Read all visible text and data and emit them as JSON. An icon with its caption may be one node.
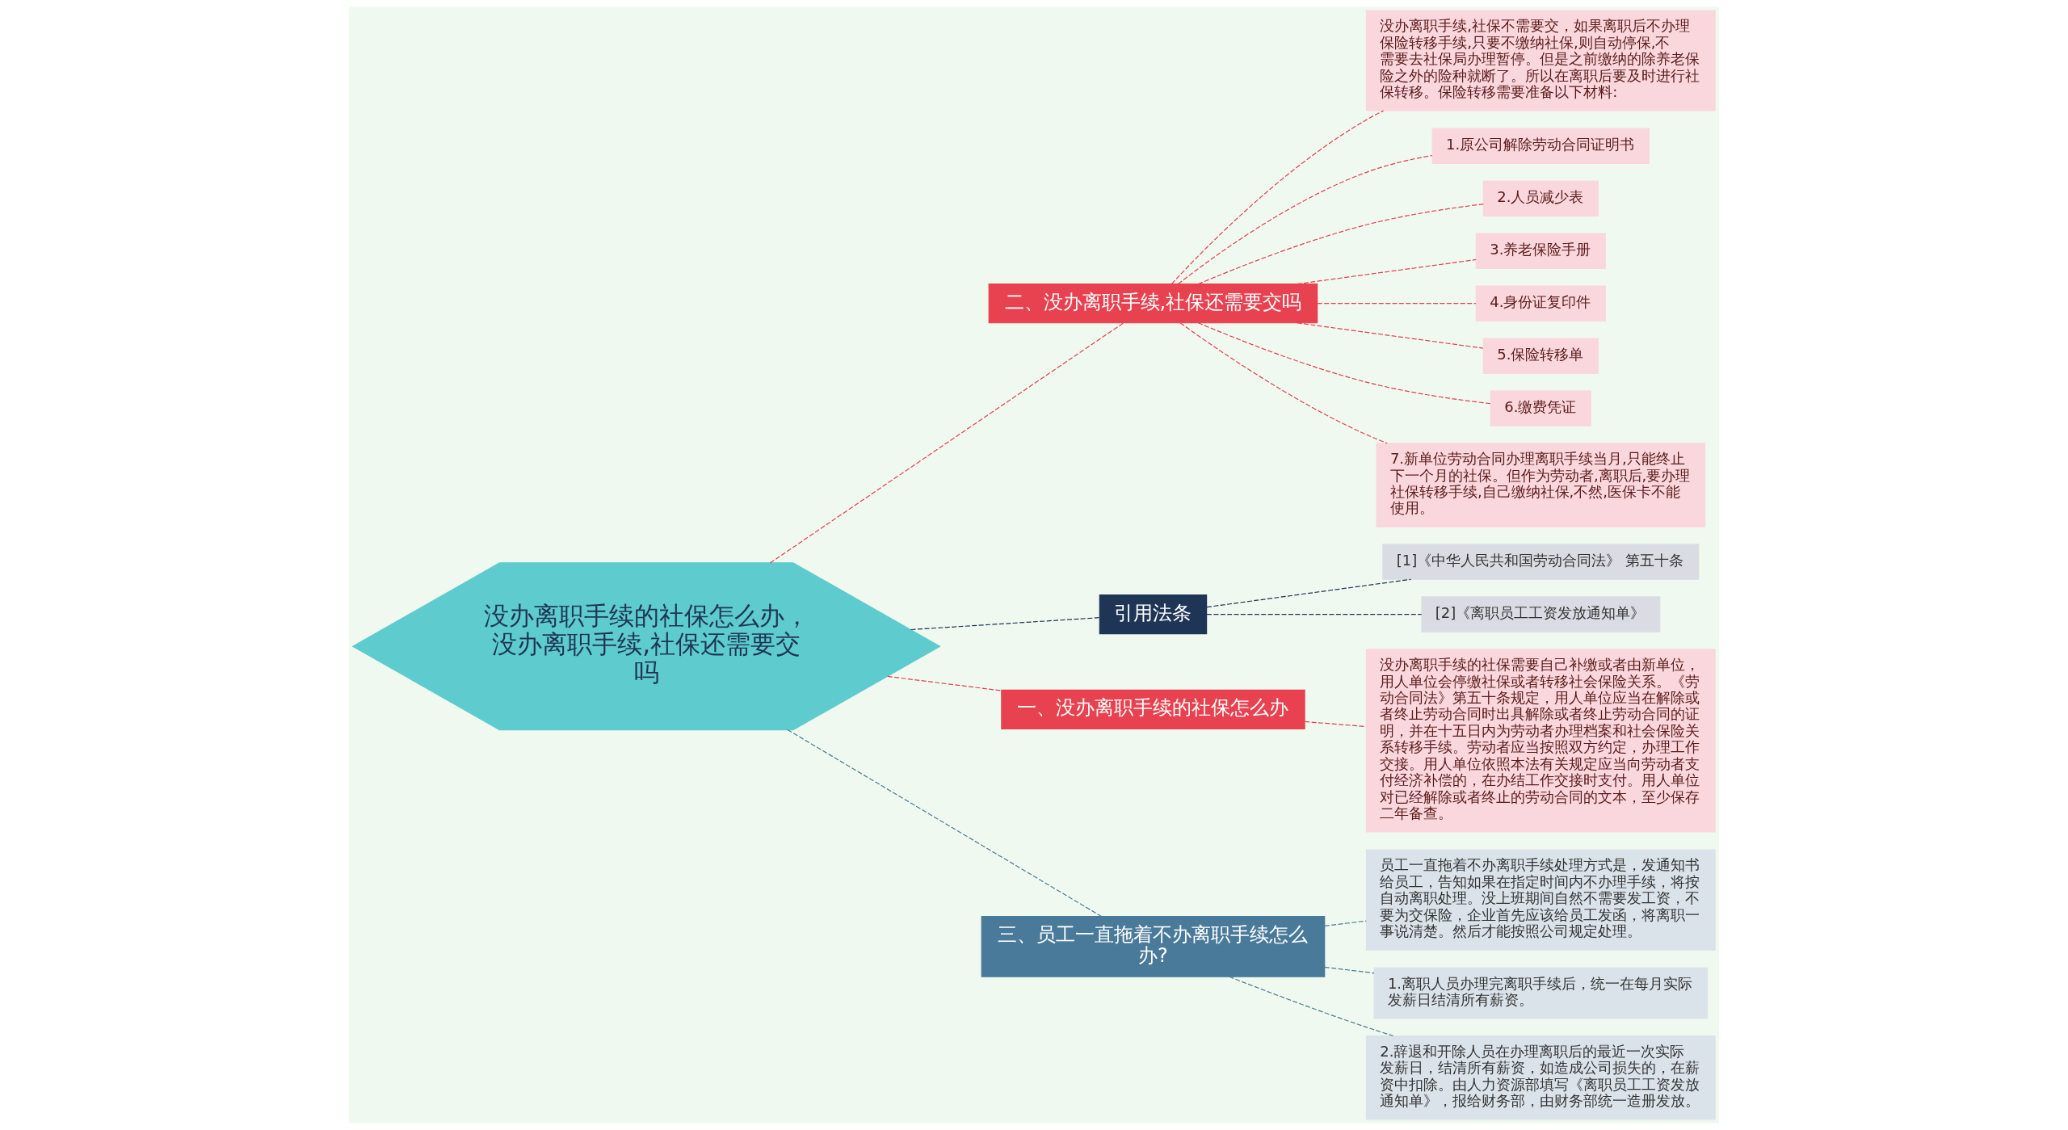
{
  "diagram": {
    "nodes": [
      {
        "text": [
          "没办离职手续的社保怎么办，没办离职手续,社保还需要交吗"
        ]
      },
      {
        "text": [
          "二、没办离职手续,社保还需要交吗"
        ]
      },
      {
        "text": [
          "没办离职手续,社保不需要交，如果离职后不办理保险转移手续,只要不缴纳社保,则自动停保,不需要去社保局办理暂停。但是之前缴纳的除养老保险之外的险种就断了。所以在离职后要及时进行社保转移。保险转移需要准备以下材料:"
        ]
      },
      {
        "text": [
          "1.原公司解除劳动合同证明书"
        ]
      },
      {
        "text": [
          "2.人员减少表"
        ]
      },
      {
        "text": [
          "3.养老保险手册"
        ]
      },
      {
        "text": [
          "4.身份证复印件"
        ]
      },
      {
        "text": [
          "5.保险转移单"
        ]
      },
      {
        "text": [
          "6.缴费凭证"
        ]
      },
      {
        "text": [
          "7.新单位劳动合同办理离职手续当月,只能终止下一个月的社保。但作为劳动者,离职后,要办理社保转移手续,自己缴纳社保,不然,医保卡不能使用。"
        ]
      },
      {
        "text": [
          "引用法条"
        ]
      },
      {
        "text": [
          "[1]《中华人民共和国劳动合同法》 第五十条"
        ]
      },
      {
        "text": [
          "[2]《离职员工工资发放通知单》"
        ]
      },
      {
        "text": [
          "一、没办离职手续的社保怎么办"
        ]
      },
      {
        "text": [
          "没办离职手续的社保需要自己补缴或者由新单位，用人单位会停缴社保或者转移社会保险关系。《劳动合同法》第五十条规定，用人单位应当在解除或者终止劳动合同时出具解除或者终止劳动合同的证明，并在十五日内为劳动者办理档案和社会保险关系转移手续。劳动者应当按照双方约定，办理工作交接。用人单位依照本法有关规定应当向劳动者支付经济补偿的，在办结工作交接时支付。用人单位对已经解除或者终止的劳动合同的文本，至少保存二年备查。"
        ]
      },
      {
        "text": [
          "三、员工一直拖着不办离职手续怎么办?"
        ]
      },
      {
        "text": [
          "员工一直拖着不办离职手续处理方式是，发通知书给员工，告知如果在指定时间内不办理手续，将按自动离职处理。没上班期间自然不需要发工资，不要为交保险，企业首先应该给员工发函，将离职一事说清楚。然后才能按照公司规定处理。"
        ]
      },
      {
        "text": [
          "1.离职人员办理完离职手续后，统一在每月实际发薪日结清所有薪资。"
        ]
      },
      {
        "text": [
          "2.辞退和开除人员在办理离职后的最近一次实际发薪日，结清所有薪资，如造成公司损失的，在薪资中扣除。由人力资源部填写《离职员工工资发放通知单》，报给财务部，由财务部统一造册发放。"
        ]
      }
    ],
    "edges": [
      {
        "from": 0,
        "to": 1,
        "arrow": "none",
        "style": "dashed"
      },
      {
        "from": 1,
        "to": 2,
        "arrow": "none",
        "style": "dashed"
      },
      {
        "from": 1,
        "to": 3,
        "arrow": "none",
        "style": "dashed"
      },
      {
        "from": 1,
        "to": 4,
        "arrow": "none",
        "style": "dashed"
      },
      {
        "from": 1,
        "to": 5,
        "arrow": "none",
        "style": "dashed"
      },
      {
        "from": 1,
        "to": 6,
        "arrow": "none",
        "style": "dashed"
      },
      {
        "from": 1,
        "to": 7,
        "arrow": "none",
        "style": "dashed"
      },
      {
        "from": 1,
        "to": 8,
        "arrow": "none",
        "style": "dashed"
      },
      {
        "from": 1,
        "to": 9,
        "arrow": "none",
        "style": "dashed"
      },
      {
        "from": 0,
        "to": 10,
        "arrow": "none",
        "style": "dashed",
        "color": "#1e3556"
      },
      {
        "from": 10,
        "to": 11,
        "arrow": "none",
        "style": "dashed",
        "color": "#1e3556"
      },
      {
        "from": 10,
        "to": 12,
        "arrow": "none",
        "style": "dashed",
        "color": "#1e3556"
      },
      {
        "from": 0,
        "to": 13,
        "arrow": "none",
        "style": "dashed"
      },
      {
        "from": 13,
        "to": 14,
        "arrow": "none",
        "style": "dashed"
      },
      {
        "from": 0,
        "to": 15,
        "arrow": "none",
        "style": "dashed",
        "color": "#4a7a9a"
      },
      {
        "from": 15,
        "to": 16,
        "arrow": "none",
        "style": "dashed",
        "color": "#4a7a9a"
      },
      {
        "from": 15,
        "to": 17,
        "arrow": "none",
        "style": "dashed",
        "color": "#4a7a9a"
      },
      {
        "from": 15,
        "to": 18,
        "arrow": "none",
        "style": "dashed",
        "color": "#4a7a9a"
      }
    ]
  }
}
